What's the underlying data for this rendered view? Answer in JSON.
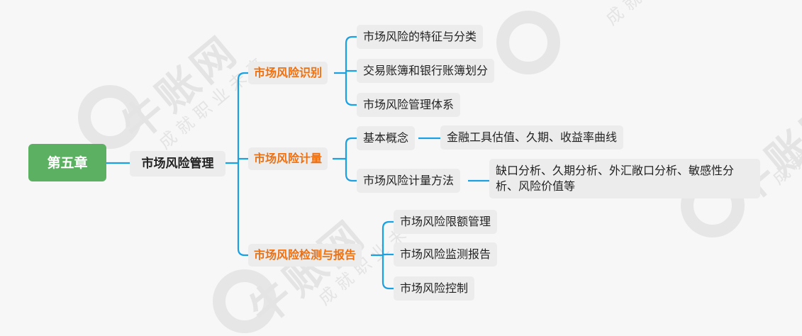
{
  "watermark": {
    "brand": "牛账网",
    "slogan": "成就职业未来"
  },
  "mindmap": {
    "root": "第五章",
    "main": "市场风险管理",
    "branches": [
      {
        "label": "市场风险识别",
        "children": [
          "市场风险的特征与分类",
          "交易账簿和银行账簿划分",
          "市场风险管理体系"
        ]
      },
      {
        "label": "市场风险计量",
        "children": [
          {
            "label": "基本概念",
            "detail": "金融工具估值、久期、收益率曲线"
          },
          {
            "label": "市场风险计量方法",
            "detail": "缺口分析、久期分析、外汇敞口分析、敏感性分析、风险价值等"
          }
        ]
      },
      {
        "label": "市场风险检测与报告",
        "children": [
          "市场风险限额管理",
          "市场风险监测报告",
          "市场风险控制"
        ]
      }
    ]
  },
  "colors": {
    "connector": "#1ba1e2",
    "root_bg": "#5bb061",
    "branch_text": "#f0700f",
    "node_bg": "#ececec"
  }
}
